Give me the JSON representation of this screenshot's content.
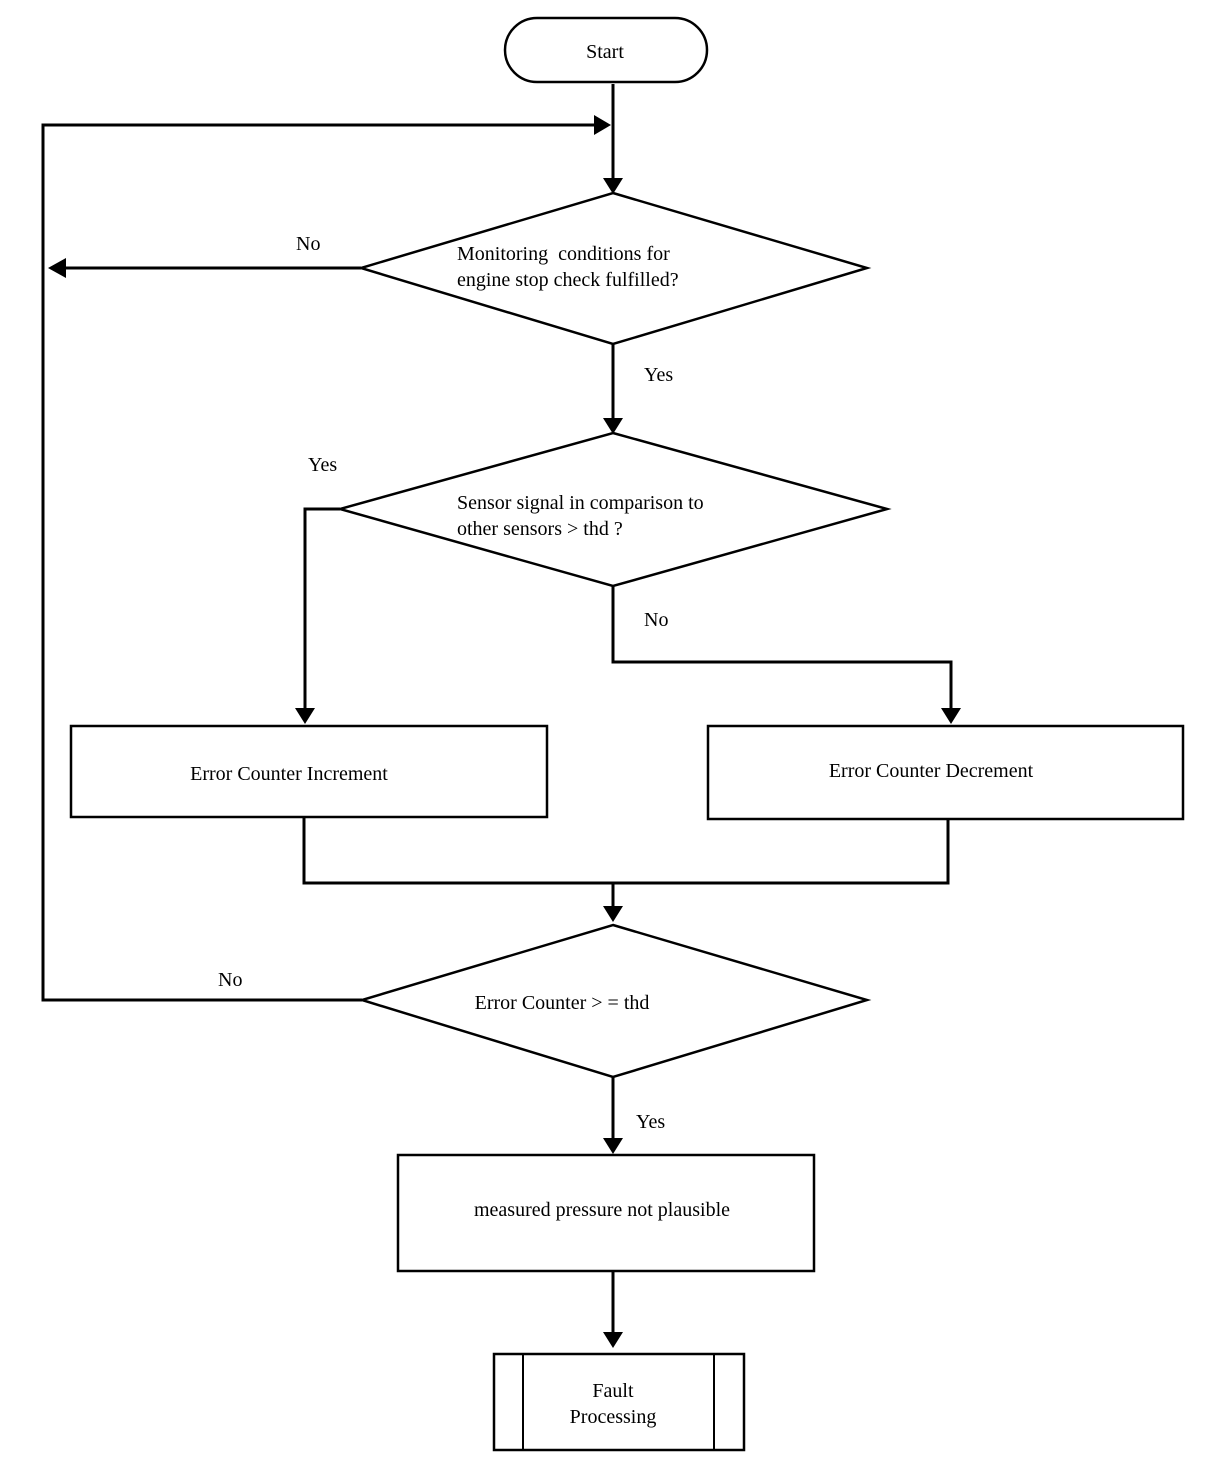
{
  "nodes": {
    "start": "Start",
    "decision_monitoring": {
      "line1": "Monitoring  conditions for",
      "line2": "engine stop check fulfilled?"
    },
    "decision_sensor": {
      "line1": "Sensor signal in comparison to",
      "line2": "other sensors > thd ?"
    },
    "increment": "Error Counter Increment",
    "decrement": "Error Counter Decrement",
    "decision_counter": "Error Counter > = thd",
    "not_plausible": "measured pressure not plausible",
    "fault": {
      "line1": "Fault",
      "line2": "Processing"
    }
  },
  "edges": {
    "monitoring_no": "No",
    "monitoring_yes": "Yes",
    "sensor_yes": "Yes",
    "sensor_no": "No",
    "counter_no": "No",
    "counter_yes": "Yes"
  }
}
